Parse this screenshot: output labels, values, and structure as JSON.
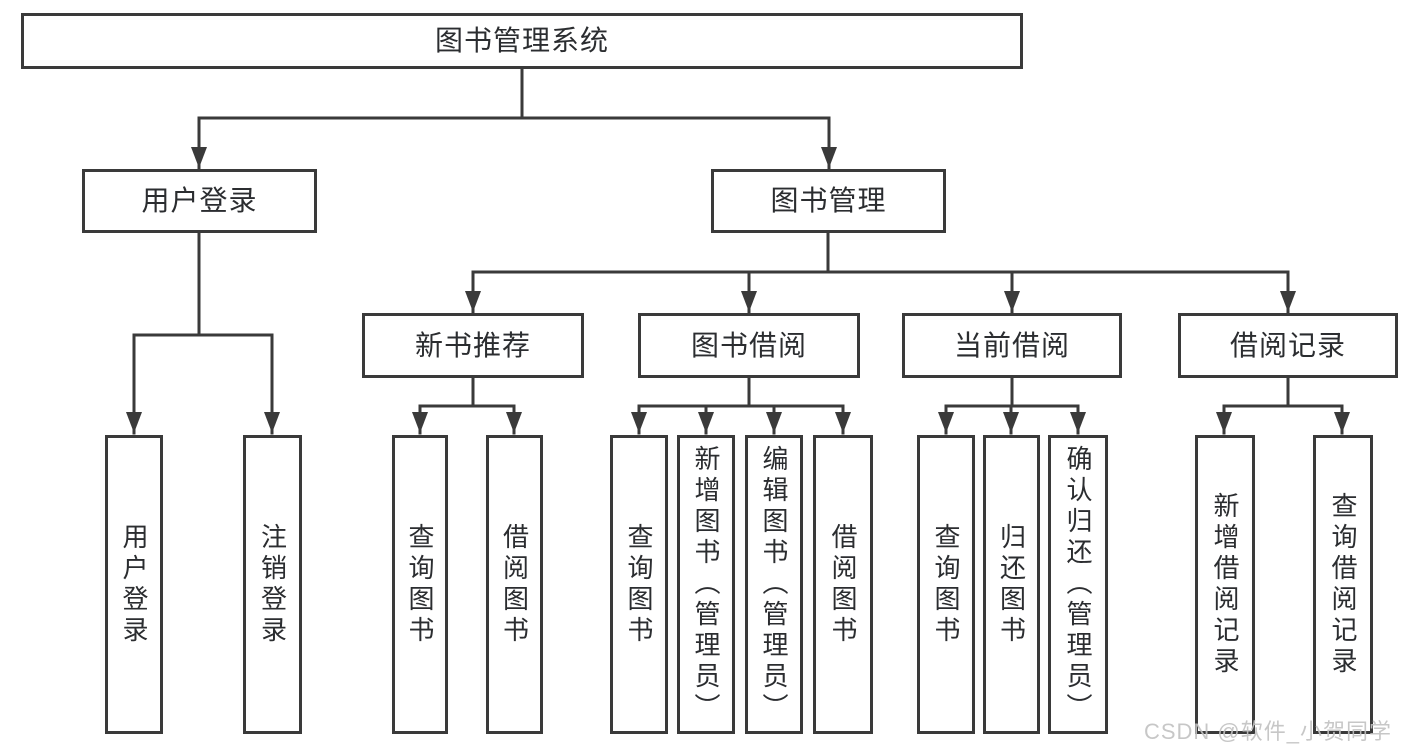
{
  "diagram": {
    "type": "hierarchy-tree",
    "title": "图书管理系统",
    "colors": {
      "line": "#3a3a3a",
      "box_border": "#3a3a3a",
      "text": "#2b2d30",
      "background": "#ffffff",
      "watermark": "#c2c2c2"
    },
    "nodes": {
      "root": "图书管理系统",
      "user_login": "用户登录",
      "book_mgmt": "图书管理",
      "new_book_rec": "新书推荐",
      "book_borrow": "图书借阅",
      "current_borrow": "当前借阅",
      "borrow_records": "借阅记录",
      "leaf_user_login": "用户登录",
      "leaf_logout": "注销登录",
      "rec_query_books": "查询图书",
      "rec_borrow_books": "借阅图书",
      "bb_query_books": "查询图书",
      "bb_add_books": "新增图书（管理员）",
      "bb_edit_books": "编辑图书（管理员）",
      "bb_borrow_books": "借阅图书",
      "cb_query_books": "查询图书",
      "cb_return_books": "归还图书",
      "cb_confirm_return": "确认归还（管理员）",
      "br_add_record": "新增借阅记录",
      "br_query_record": "查询借阅记录"
    },
    "edges": [
      "图书管理系统 -> 用户登录",
      "图书管理系统 -> 图书管理",
      "用户登录 -> 用户登录",
      "用户登录 -> 注销登录",
      "图书管理 -> 新书推荐",
      "图书管理 -> 图书借阅",
      "图书管理 -> 当前借阅",
      "图书管理 -> 借阅记录",
      "新书推荐 -> 查询图书",
      "新书推荐 -> 借阅图书",
      "图书借阅 -> 查询图书",
      "图书借阅 -> 新增图书（管理员）",
      "图书借阅 -> 编辑图书（管理员）",
      "图书借阅 -> 借阅图书",
      "当前借阅 -> 查询图书",
      "当前借阅 -> 归还图书",
      "当前借阅 -> 确认归还（管理员）",
      "借阅记录 -> 新增借阅记录",
      "借阅记录 -> 查询借阅记录"
    ],
    "watermark": "CSDN @软件_小贺同学"
  }
}
